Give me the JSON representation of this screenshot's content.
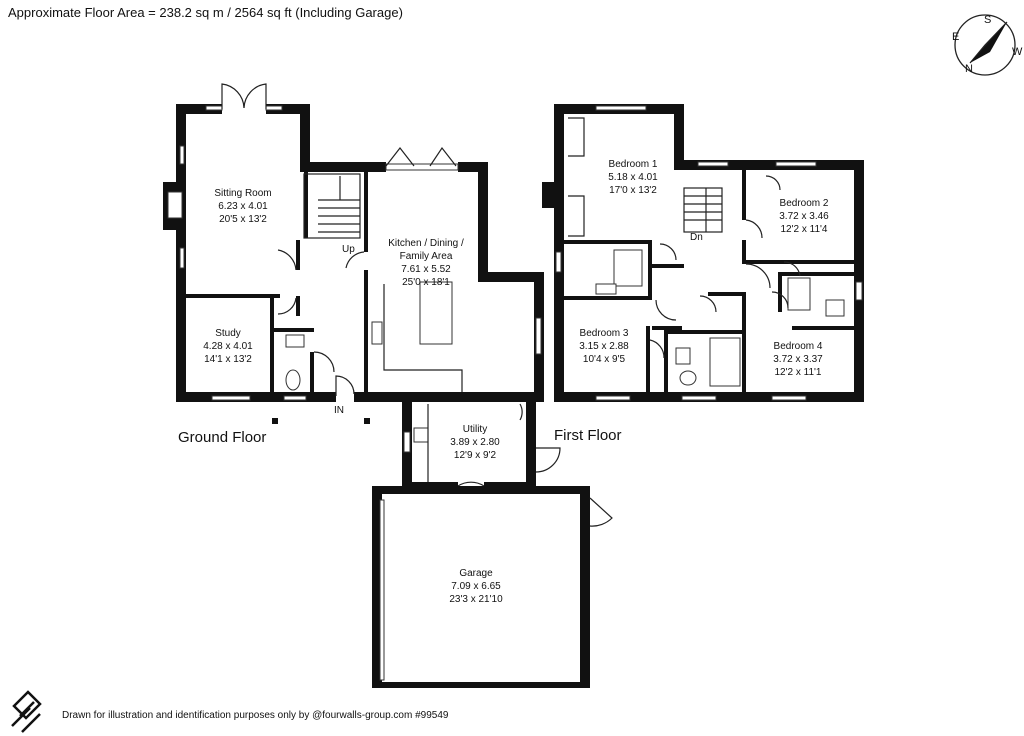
{
  "header": {
    "floor_area": "Approximate Floor Area = 238.2 sq m / 2564 sq ft (Including Garage)"
  },
  "compass": {
    "n": "N",
    "e": "E",
    "s": "S",
    "w": "W"
  },
  "floors": {
    "ground": "Ground Floor",
    "first": "First Floor"
  },
  "rooms": {
    "sitting": {
      "name": "Sitting Room",
      "metric": "6.23 x 4.01",
      "imperial": "20'5 x 13'2"
    },
    "study": {
      "name": "Study",
      "metric": "4.28 x 4.01",
      "imperial": "14'1 x 13'2"
    },
    "kitchen": {
      "name1": "Kitchen / Dining /",
      "name2": "Family Area",
      "metric": "7.61 x 5.52",
      "imperial": "25'0 x 18'1"
    },
    "utility": {
      "name": "Utility",
      "metric": "3.89 x 2.80",
      "imperial": "12'9 x 9'2"
    },
    "garage": {
      "name": "Garage",
      "metric": "7.09 x 6.65",
      "imperial": "23'3 x 21'10"
    },
    "bed1": {
      "name": "Bedroom 1",
      "metric": "5.18 x 4.01",
      "imperial": "17'0 x 13'2"
    },
    "bed2": {
      "name": "Bedroom 2",
      "metric": "3.72 x 3.46",
      "imperial": "12'2 x 11'4"
    },
    "bed3": {
      "name": "Bedroom 3",
      "metric": "3.15 x 2.88",
      "imperial": "10'4 x 9'5"
    },
    "bed4": {
      "name": "Bedroom 4",
      "metric": "3.72 x 3.37",
      "imperial": "12'2 x 11'1"
    }
  },
  "stairs": {
    "up": "Up",
    "down": "Dn"
  },
  "entrance": "IN",
  "footer": {
    "disclaimer": "Drawn for illustration and identification purposes only by @fourwalls-group.com #99549"
  }
}
